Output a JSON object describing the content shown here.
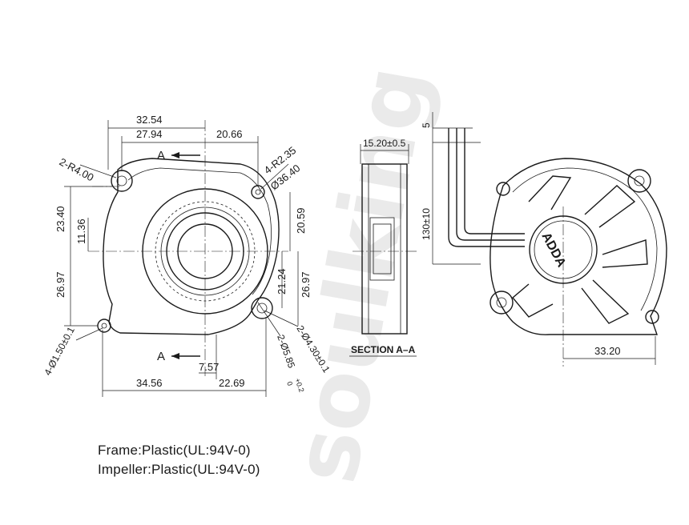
{
  "watermark": "soulking",
  "front_view": {
    "dims": {
      "w1": "32.54",
      "w2": "27.94",
      "w3": "20.66",
      "r_left": "2-R4.00",
      "r_right": "4-R2.35",
      "dia_ring": "Ø36.40",
      "h1": "23.40",
      "h2": "11.36",
      "h3": "26.97",
      "h4": "20.59",
      "h5": "21.24",
      "h6": "26.97",
      "hole_small": "4-Ø1.50±0.1",
      "hole_mid": "2-Ø4.30±0.1",
      "hole_big": "2-Ø5.85",
      "hole_big_tol_plus": "+0.2",
      "hole_big_tol_minus": "0",
      "b1": "7.57",
      "b2": "34.56",
      "b3": "22.69"
    },
    "section_marks": [
      "A",
      "A"
    ]
  },
  "side_view": {
    "dim_thickness": "15.20±0.5",
    "caption": "SECTION A–A"
  },
  "rear_view": {
    "dim_lead_offset": "5",
    "dim_lead_length": "130±10",
    "dim_width": "33.20",
    "brand": "ADDA"
  },
  "specs": {
    "frame": "Frame:Plastic(UL:94V-0)",
    "impeller": "Impeller:Plastic(UL:94V-0)"
  }
}
